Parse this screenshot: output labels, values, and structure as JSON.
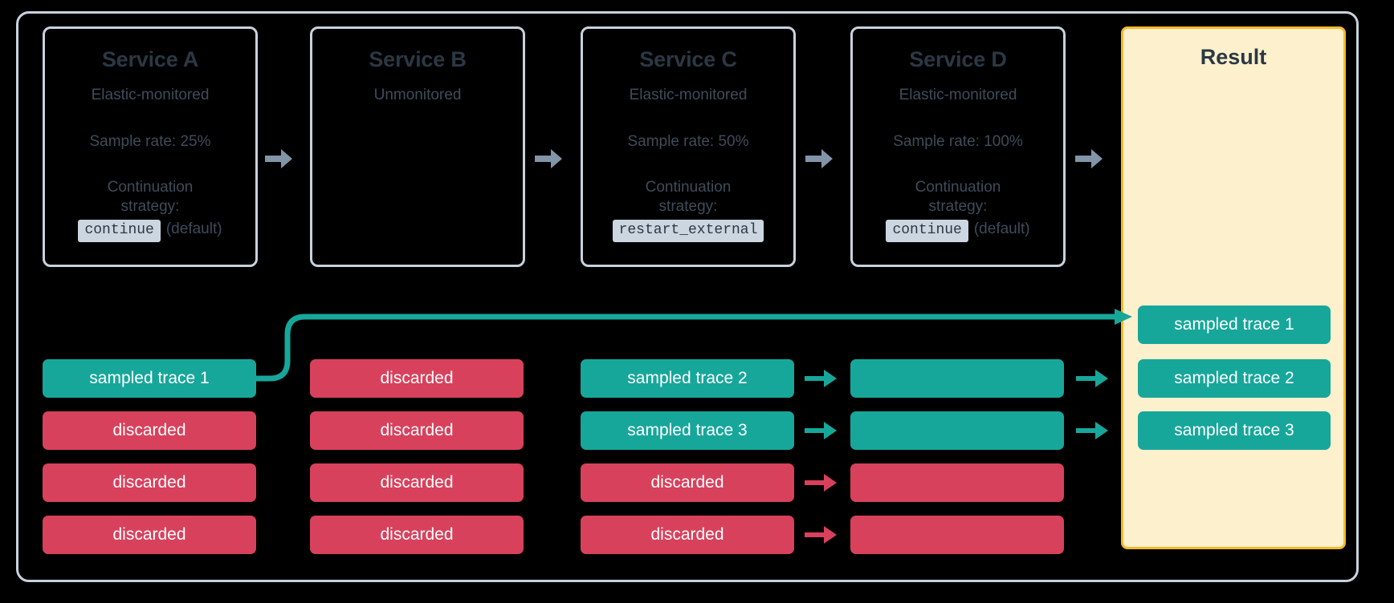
{
  "diagram": {
    "title_row": {
      "services": [
        {
          "name": "Service A",
          "monitoring": "Elastic-monitored",
          "sample_rate": "Sample rate: 25%",
          "strategy_label": "Continuation strategy:",
          "strategy_value": "continue",
          "strategy_note": "(default)"
        },
        {
          "name": "Service B",
          "monitoring": "Unmonitored",
          "sample_rate": "",
          "strategy_label": "",
          "strategy_value": "",
          "strategy_note": ""
        },
        {
          "name": "Service C",
          "monitoring": "Elastic-monitored",
          "sample_rate": "Sample rate: 50%",
          "strategy_label": "Continuation strategy:",
          "strategy_value": "restart_external",
          "strategy_note": ""
        },
        {
          "name": "Service D",
          "monitoring": "Elastic-monitored",
          "sample_rate": "Sample rate: 100%",
          "strategy_label": "Continuation strategy:",
          "strategy_value": "continue",
          "strategy_note": "(default)"
        }
      ],
      "result_title": "Result"
    },
    "columns": {
      "a": [
        {
          "label": "sampled trace 1",
          "state": "sampled"
        },
        {
          "label": "discarded",
          "state": "discarded"
        },
        {
          "label": "discarded",
          "state": "discarded"
        },
        {
          "label": "discarded",
          "state": "discarded"
        }
      ],
      "b": [
        {
          "label": "discarded",
          "state": "discarded"
        },
        {
          "label": "discarded",
          "state": "discarded"
        },
        {
          "label": "discarded",
          "state": "discarded"
        },
        {
          "label": "discarded",
          "state": "discarded"
        }
      ],
      "c": [
        {
          "label": "sampled trace 2",
          "state": "sampled"
        },
        {
          "label": "sampled trace 3",
          "state": "sampled"
        },
        {
          "label": "discarded",
          "state": "discarded"
        },
        {
          "label": "discarded",
          "state": "discarded"
        }
      ],
      "d": [
        {
          "label": "",
          "state": "sampled"
        },
        {
          "label": "",
          "state": "sampled"
        },
        {
          "label": "",
          "state": "discarded"
        },
        {
          "label": "",
          "state": "discarded"
        }
      ],
      "result": [
        {
          "label": "sampled trace 1",
          "state": "sampled"
        },
        {
          "label": "sampled trace 2",
          "state": "sampled"
        },
        {
          "label": "sampled trace 3",
          "state": "sampled"
        }
      ]
    },
    "colors": {
      "sampled": "#17a79a",
      "discarded": "#d8415c",
      "frame": "#c7d2dd",
      "result_border": "#f5ba2b",
      "result_fill": "#fcf0cd",
      "text_dark": "#2b3844",
      "grey_arrow": "#8294a8",
      "code_chip": "#ccd6e0",
      "background": "#000000"
    }
  }
}
